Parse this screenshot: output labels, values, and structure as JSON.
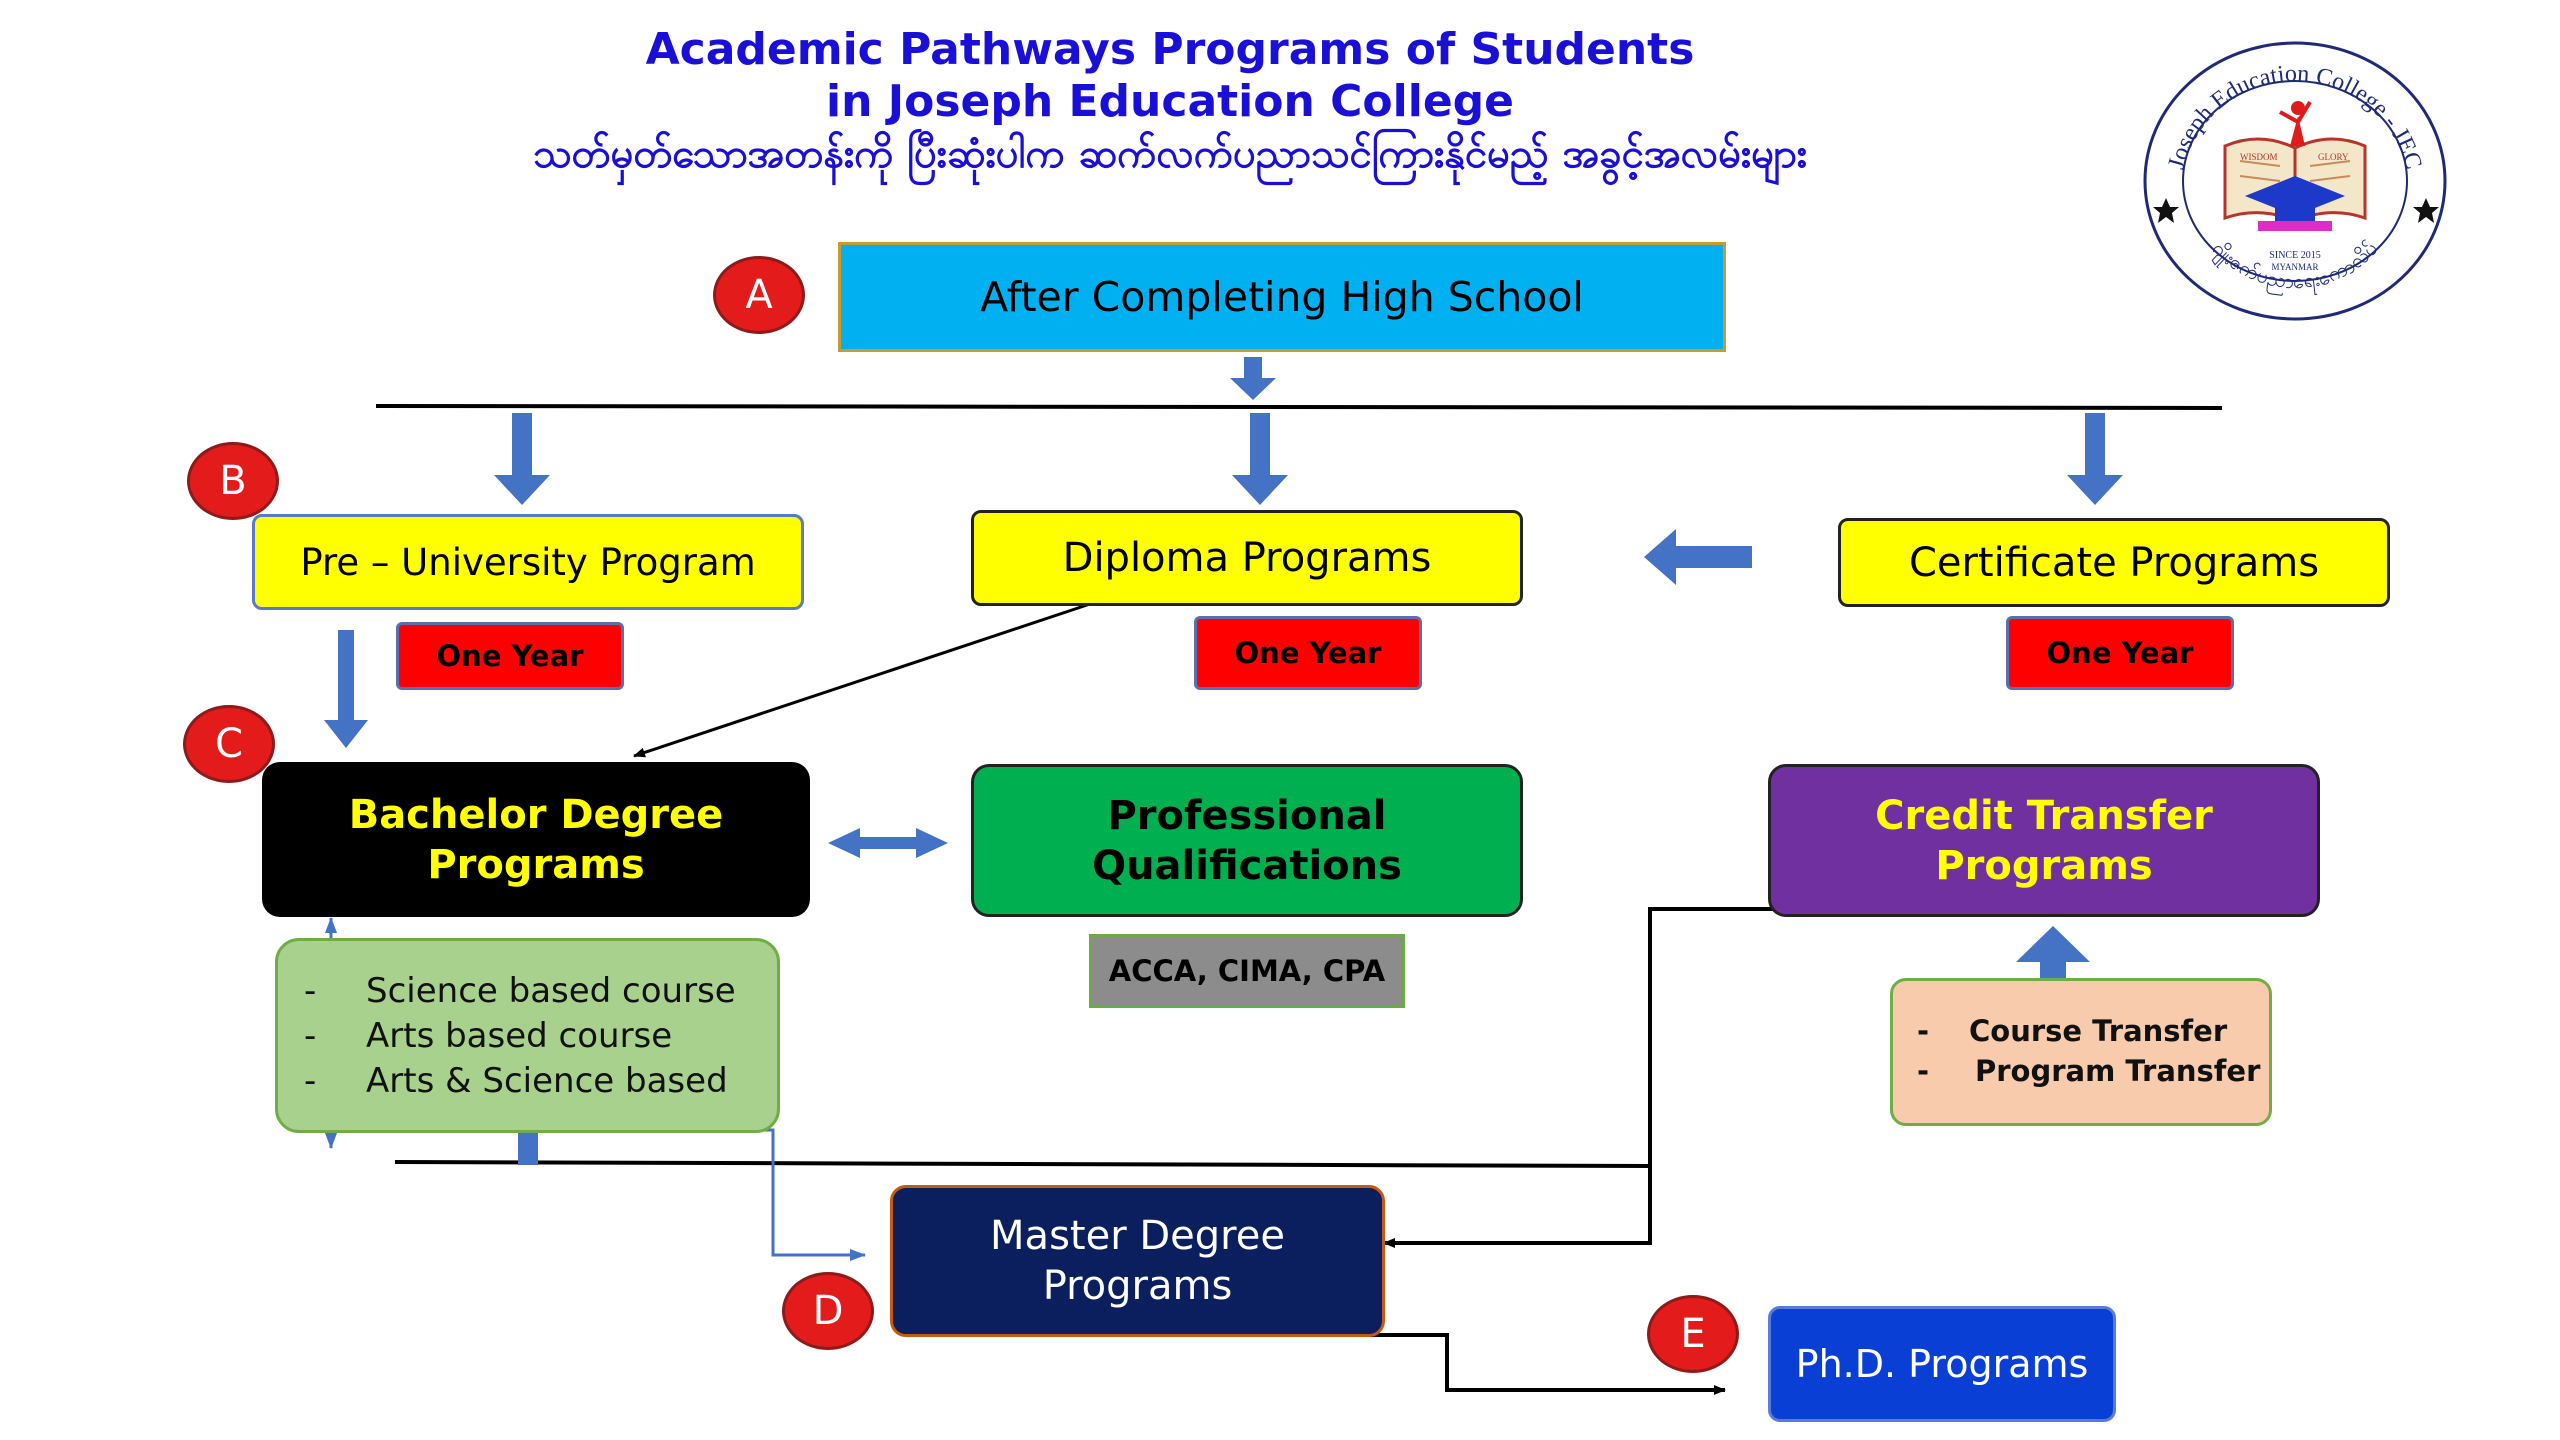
{
  "title": {
    "line1": "Academic Pathways Programs of Students",
    "line2": "in Joseph Education College",
    "line3": "သတ်မှတ်သောအတန်းကို ပြီးဆုံးပါက ဆက်လက်ပညာသင်ကြားနိုင်မည့် အခွင့်အလမ်းများ"
  },
  "logo": {
    "ring_text_top": "Joseph Education College - JEC",
    "ring_text_bottom": "ဂျိုးဇက်ပညာရေးကောလိပ်",
    "left_text": "WISDOM",
    "right_text": "GLORY",
    "since_text": "SINCE 2015",
    "country_text": "MYANMAR"
  },
  "badges": {
    "a": "A",
    "b": "B",
    "c": "C",
    "d": "D",
    "e": "E"
  },
  "boxes": {
    "high_school": "After Completing High School",
    "pre_university": "Pre – University Program",
    "diploma": "Diploma Programs",
    "certificate": "Certificate Programs",
    "bachelor": {
      "line1": "Bachelor Degree",
      "line2": "Programs"
    },
    "professional": {
      "line1": "Professional",
      "line2": "Qualifications"
    },
    "credit_transfer": {
      "line1": "Credit Transfer",
      "line2": "Programs"
    },
    "master": {
      "line1": "Master Degree",
      "line2": "Programs"
    },
    "phd": "Ph.D. Programs"
  },
  "durations": {
    "pre_university": "One Year",
    "diploma": "One Year",
    "certificate": "One Year"
  },
  "professional_examples": "ACCA, CIMA, CPA",
  "bachelor_courses": {
    "dash": "-",
    "items": [
      "Science based course",
      "Arts based course",
      "Arts & Science based"
    ]
  },
  "transfer_types": {
    "items": [
      {
        "dash": "-",
        "label": "Course Transfer"
      },
      {
        "dash": "-",
        "label": "Program Transfer"
      }
    ]
  },
  "colors": {
    "title_blue": "#1a0fd6",
    "arrow_blue": "#4472c4",
    "sky_box": "#00b0f0",
    "yellow_box": "#ffff00",
    "badge_red": "#e31b1b",
    "green_box": "#00b050",
    "purple_box": "#7030a0",
    "navy_box": "#0b1f5e",
    "phd_blue": "#0a3fd6",
    "light_green": "#a9d18e",
    "peach": "#f8cbad"
  }
}
